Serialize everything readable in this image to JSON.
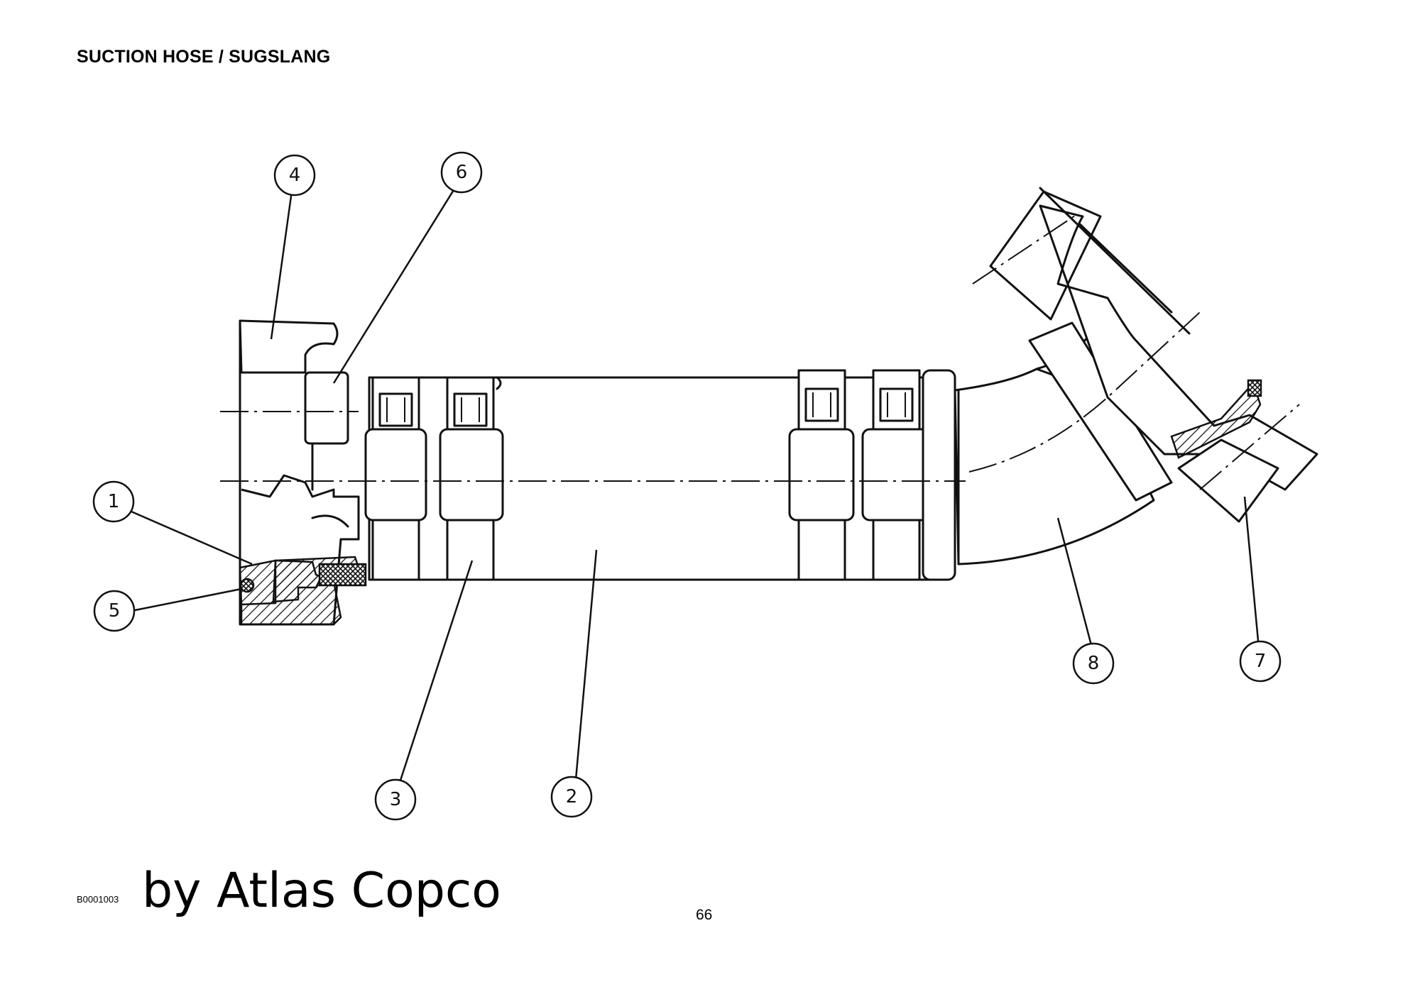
{
  "header": {
    "title": "SUCTION HOSE / SUGSLANG"
  },
  "diagram": {
    "callouts": [
      {
        "id": "callout-1",
        "label": "1"
      },
      {
        "id": "callout-2",
        "label": "2"
      },
      {
        "id": "callout-3",
        "label": "3"
      },
      {
        "id": "callout-4",
        "label": "4"
      },
      {
        "id": "callout-5",
        "label": "5"
      },
      {
        "id": "callout-6",
        "label": "6"
      },
      {
        "id": "callout-7",
        "label": "7"
      },
      {
        "id": "callout-8",
        "label": "8"
      }
    ]
  },
  "footer": {
    "drawing_code": "B0001003",
    "watermark": "by Atlas Copco",
    "page_number": "66"
  }
}
